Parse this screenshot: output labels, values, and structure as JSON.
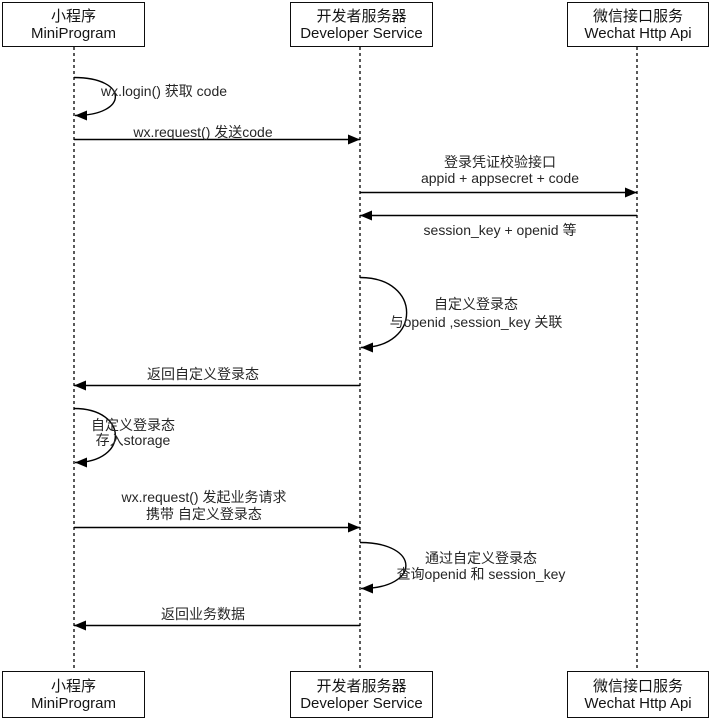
{
  "actors": {
    "miniprogram": {
      "zh": "小程序",
      "en": "MiniProgram"
    },
    "developer": {
      "zh": "开发者服务器",
      "en": "Developer Service"
    },
    "wechat": {
      "zh": "微信接口服务",
      "en": "Wechat Http Api"
    }
  },
  "messages": {
    "login_self": {
      "line1": "wx.login() 获取 code"
    },
    "send_code": {
      "line1": "wx.request() 发送code"
    },
    "verify_api": {
      "line1": "登录凭证校验接口",
      "line2": "appid + appsecret + code"
    },
    "session_return": {
      "line1": "session_key + openid 等"
    },
    "custom_state": {
      "line1": "自定义登录态",
      "line2": "与openid ,session_key 关联"
    },
    "return_state": {
      "line1": "返回自定义登录态"
    },
    "store_state": {
      "line1": "自定义登录态",
      "line2": "存入storage"
    },
    "biz_request": {
      "line1": "wx.request() 发起业务请求",
      "line2": "携带 自定义登录态"
    },
    "query_state": {
      "line1": "通过自定义登录态",
      "line2": "查询openid 和 session_key"
    },
    "return_data": {
      "line1": "返回业务数据"
    }
  },
  "colors": {
    "background": "#ffffff",
    "line": "#000000",
    "text": "#262626",
    "actor_border": "#0d0d0d",
    "actor_fill": "#ffffff"
  }
}
